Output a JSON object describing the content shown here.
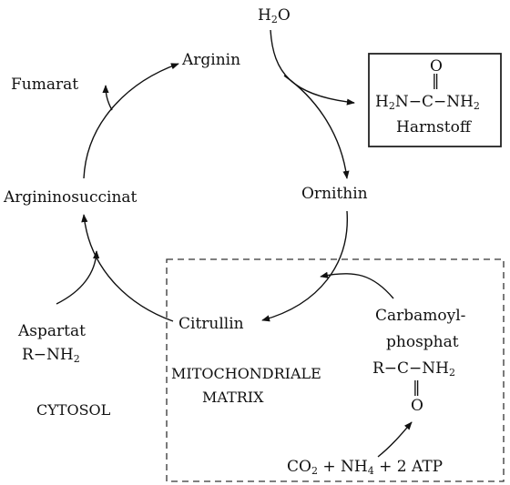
{
  "cycle": {
    "arginin": "Arginin",
    "ornithin": "Ornithin",
    "citrullin": "Citrullin",
    "argininosuccinat": "Argininosuccinat",
    "fumarat": "Fumarat"
  },
  "water": {
    "base": "H",
    "sub": "2",
    "tail": "O"
  },
  "harnstoff": {
    "oxygen": "O",
    "double_bond": "‖",
    "left": "H",
    "left_sub": "2",
    "middle": "N−C−NH",
    "right_sub": "2",
    "name": "Harnstoff"
  },
  "aspartat": {
    "name": "Aspartat",
    "formula": "R−NH",
    "formula_sub": "2"
  },
  "cytosol": "CYTOSOL",
  "mito": {
    "line1": "MITOCHONDRIALE",
    "line2": "MATRIX"
  },
  "carbamoyl": {
    "line1": "Carbamoyl-",
    "line2": "phosphat",
    "formula": "R−C−NH",
    "formula_sub": "2",
    "double_bond": "‖",
    "oxygen": "O"
  },
  "input": {
    "a": "CO",
    "a_sub": "2",
    "b": " + NH",
    "b_sub": "4",
    "c": " + 2 ATP"
  }
}
